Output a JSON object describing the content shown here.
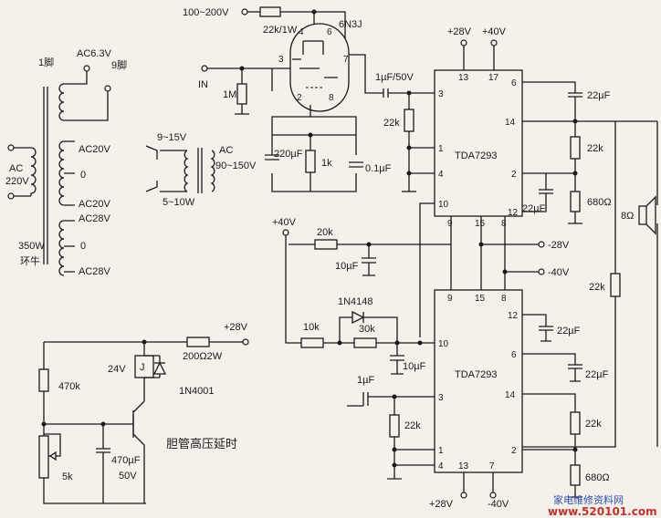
{
  "transformer": {
    "pin1": "1脚",
    "pin9": "9脚",
    "ac63": "AC6.3V",
    "ac_in_top": "AC",
    "ac_in_bot": "220V",
    "ac20_1": "AC20V",
    "zero1": "0",
    "ac20_2": "AC20V",
    "ac28_1": "AC28V",
    "zero2": "0",
    "ac28_2": "AC28V",
    "rating": "350W",
    "type": "环牛"
  },
  "small_transformer": {
    "in": "9~15V",
    "ac": "AC",
    "out": "90~150V",
    "bottom": "5~10W"
  },
  "tube": {
    "supply": "100~200V",
    "r_plate": "22k/1W",
    "name": "6N3J",
    "pin3": "3",
    "pin4": "4",
    "pin6": "6",
    "pin7": "7",
    "pin2": "2",
    "pin8": "8",
    "input": "IN",
    "r_grid": "1M",
    "c_cath": "220µF",
    "r_cath": "1k",
    "c_bypass": "0.1µF"
  },
  "amp_top": {
    "name": "TDA7293",
    "coupling_cap": "1µF/50V",
    "r_in": "22k",
    "vplus1": "+28V",
    "vplus2": "+40V",
    "p13": "13",
    "p17": "17",
    "p3": "3",
    "p1": "1",
    "p4": "4",
    "p10": "10",
    "p9": "9",
    "p15": "15",
    "p8": "8",
    "p12": "12",
    "p6": "6",
    "p14": "14",
    "p2": "2",
    "c6": "22µF",
    "c12": "22µF",
    "r_fb": "22k",
    "r_gnd": "680Ω"
  },
  "amp_bottom": {
    "name": "TDA7293",
    "c_in": "1µF",
    "r_in": "22k",
    "vplus": "+28V",
    "vminus": "-40V",
    "p9": "9",
    "p15": "15",
    "p8": "8",
    "p12": "12",
    "p6": "6",
    "p10": "10",
    "p3": "3",
    "p14": "14",
    "p2": "2",
    "p1": "1",
    "p4": "4",
    "p13": "13",
    "p7": "7",
    "c12": "22µF",
    "c6": "22µF",
    "r_fb": "22k",
    "r_gnd": "680Ω"
  },
  "mute_network": {
    "vplus": "+40V",
    "r20k": "20k",
    "c10a": "10µF",
    "diode": "1N4148",
    "r10k": "10k",
    "r30k": "30k",
    "c10b": "10µF"
  },
  "rails": {
    "neg28": "-28V",
    "neg40": "-40V"
  },
  "load": {
    "speaker": "8Ω",
    "r_bridge": "22k"
  },
  "delay": {
    "vplus": "+28V",
    "r_series": "200Ω2W",
    "relay": "J",
    "relay_v": "24V",
    "diode": "1N4001",
    "r470k": "470k",
    "pot": "5k",
    "cap": "470µF",
    "cap_v": "50V",
    "caption": "胆管高压延时"
  },
  "watermark": {
    "cn": "家电维修资料网",
    "url": "www.520101.com"
  }
}
